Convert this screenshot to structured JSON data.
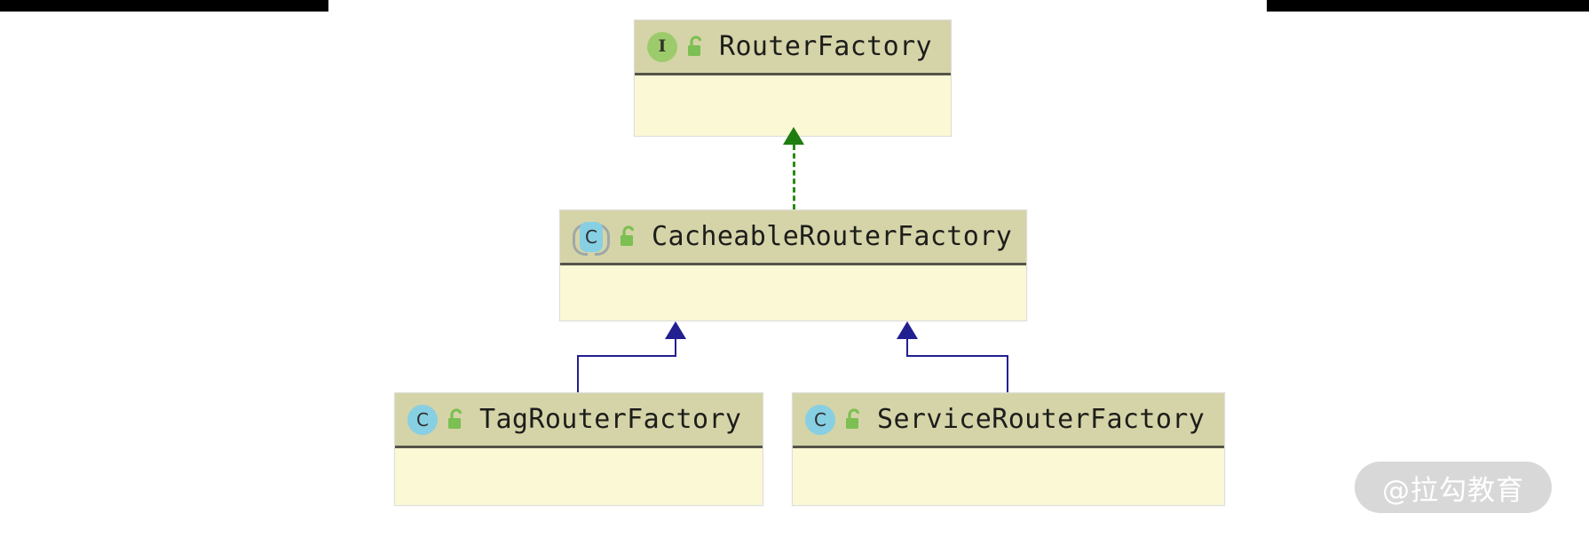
{
  "diagram": {
    "type": "uml-class-diagram",
    "classes": [
      {
        "id": "router-factory",
        "name": "RouterFactory",
        "stereotype": "interface",
        "icon": "interface-icon",
        "icon_letter": "I",
        "visibility": "public",
        "visibility_icon": "unlocked-padlock-icon",
        "members": []
      },
      {
        "id": "cacheable-router-factory",
        "name": "CacheableRouterFactory",
        "stereotype": "abstract-class",
        "icon": "abstract-class-icon",
        "icon_letter": "C",
        "visibility": "public",
        "visibility_icon": "unlocked-padlock-icon",
        "members": []
      },
      {
        "id": "tag-router-factory",
        "name": "TagRouterFactory",
        "stereotype": "class",
        "icon": "class-icon",
        "icon_letter": "C",
        "visibility": "public",
        "visibility_icon": "unlocked-padlock-icon",
        "members": []
      },
      {
        "id": "service-router-factory",
        "name": "ServiceRouterFactory",
        "stereotype": "class",
        "icon": "class-icon",
        "icon_letter": "C",
        "visibility": "public",
        "visibility_icon": "unlocked-padlock-icon",
        "members": []
      }
    ],
    "relations": [
      {
        "id": "realization-cacheable-to-router",
        "kind": "realization",
        "from": "cacheable-router-factory",
        "to": "router-factory",
        "line_style": "dashed",
        "color": "#2a8a16"
      },
      {
        "id": "generalization-tag-to-cacheable",
        "kind": "generalization",
        "from": "tag-router-factory",
        "to": "cacheable-router-factory",
        "line_style": "solid",
        "color": "#221f91"
      },
      {
        "id": "generalization-service-to-cacheable",
        "kind": "generalization",
        "from": "service-router-factory",
        "to": "cacheable-router-factory",
        "line_style": "solid",
        "color": "#221f91"
      }
    ]
  },
  "colors": {
    "header_fill": "#d5d4a8",
    "body_fill": "#faf8d5",
    "border": "#dededc",
    "divider": "#55544a",
    "interface_icon": "#9ccb6b",
    "class_icon": "#87cfe3",
    "padlock": "#7cbf52",
    "realization": "#2a8a16",
    "generalization": "#221f91"
  },
  "watermark": {
    "text": "@拉勾教育"
  }
}
